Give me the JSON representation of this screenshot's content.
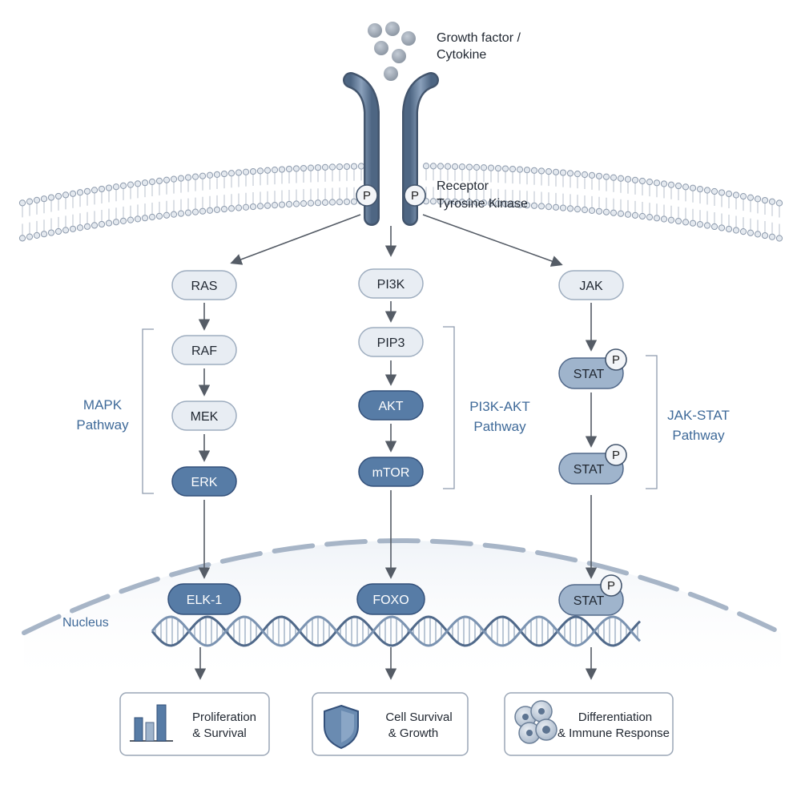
{
  "ligand": {
    "line1": "Growth factor /",
    "line2": "Cytokine"
  },
  "receptor": {
    "line1": "Receptor",
    "line2": "Tyrosine Kinase",
    "phospho": "P"
  },
  "mapk": {
    "pathway_line1": "MAPK",
    "pathway_line2": "Pathway",
    "nodes": [
      "RAS",
      "RAF",
      "MEK",
      "ERK"
    ],
    "nuclear": "ELK-1",
    "output_line1": "Proliferation",
    "output_line2": "& Survival",
    "output_icon": "bar-chart-icon"
  },
  "pi3k": {
    "pathway_line1": "PI3K-AKT",
    "pathway_line2": "Pathway",
    "nodes": [
      "PI3K",
      "PIP3",
      "AKT",
      "mTOR"
    ],
    "nuclear": "FOXO",
    "output_line1": "Cell Survival",
    "output_line2": "& Growth",
    "output_icon": "shield-icon"
  },
  "jakstat": {
    "pathway_line1": "JAK-STAT",
    "pathway_line2": "Pathway",
    "nodes": [
      "JAK",
      "STAT",
      "STAT"
    ],
    "nuclear": "STAT",
    "phospho": "P",
    "output_line1": "Differentiation",
    "output_line2": "& Immune Response",
    "output_icon": "cells-icon"
  },
  "nucleus": {
    "label": "Nucleus"
  },
  "colors": {
    "light_node": "#e8edf3",
    "mid_node": "#9fb4cc",
    "dark_node": "#577ca6",
    "pathway_text": "#3f6a99",
    "membrane": "#c9d2dd",
    "receptor": "#5f7795"
  }
}
